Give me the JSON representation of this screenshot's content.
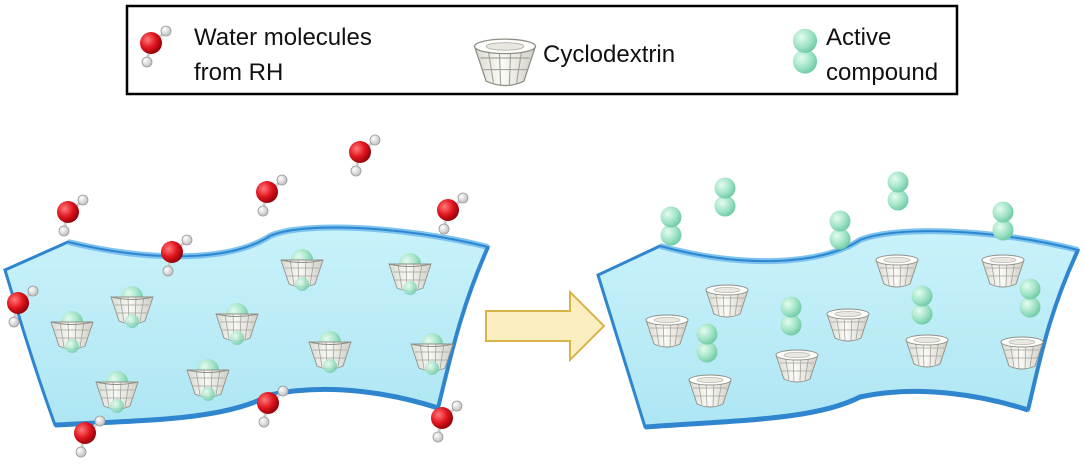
{
  "legend": {
    "water_line1": "Water molecules",
    "water_line2": "from RH",
    "cyclodextrin": "Cyclodextrin",
    "active_line1": "Active",
    "active_line2": "compound"
  },
  "icons": {
    "water": "water-molecule-icon",
    "cyclodextrin": "cyclodextrin-cone-icon",
    "active": "active-compound-icon",
    "arrow": "right-arrow-icon"
  },
  "colors": {
    "film_fill": "#bdeef7",
    "film_edge": "#2f86cf",
    "oxygen": "#e0141e",
    "hydrogen": "#f2f2f2",
    "active_compound": "#9fe3c6",
    "cyclodextrin": "#f1f0ea",
    "arrow_fill": "#fbefc1",
    "arrow_stroke": "#d8b44a"
  }
}
